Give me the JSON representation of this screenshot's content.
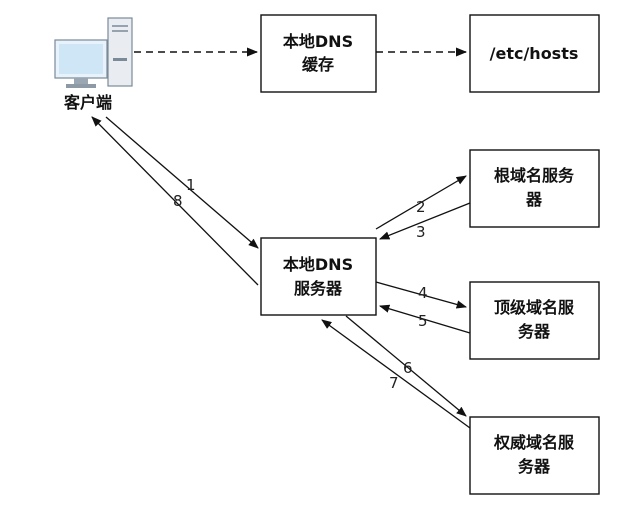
{
  "nodes": {
    "client": {
      "label": "客户端"
    },
    "dns_cache": {
      "lines": [
        "本地DNS",
        "缓存"
      ]
    },
    "hosts": {
      "lines": [
        "/etc/hosts"
      ]
    },
    "root_ns": {
      "lines": [
        "根域名服务",
        "器"
      ]
    },
    "local_dns": {
      "lines": [
        "本地DNS",
        "服务器"
      ]
    },
    "tld_ns": {
      "lines": [
        "顶级域名服",
        "务器"
      ]
    },
    "auth_ns": {
      "lines": [
        "权威域名服",
        "务器"
      ]
    }
  },
  "step_labels": [
    "1",
    "2",
    "3",
    "4",
    "5",
    "6",
    "7",
    "8"
  ],
  "colors": {
    "stroke": "#111111",
    "monitor": "#e8f2fb",
    "monitor_screen": "#cfe6f7"
  }
}
